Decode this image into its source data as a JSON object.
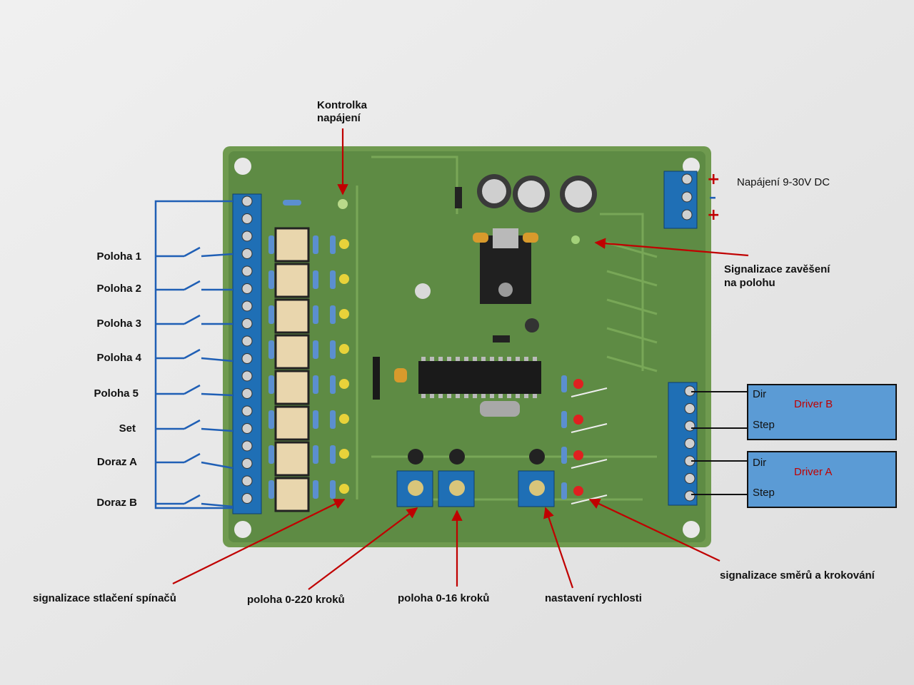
{
  "left_labels": [
    "Poloha 1",
    "Poloha 2",
    "Poloha 3",
    "Poloha 4",
    "Poloha 5",
    "Set",
    "Doraz A",
    "Doraz B"
  ],
  "top_label": {
    "line1": "Kontrolka",
    "line2": "napájení"
  },
  "power": {
    "label": "Napájení 9-30V DC",
    "signs": [
      "+",
      "–",
      "+"
    ]
  },
  "suspension": {
    "line1": "Signalizace zavěšení",
    "line2": "na polohu"
  },
  "drivers": [
    {
      "title": "Driver B",
      "dir": "Dir",
      "step": "Step"
    },
    {
      "title": "Driver A",
      "dir": "Dir",
      "step": "Step"
    }
  ],
  "bottom_labels": {
    "switches": "signalizace stlačení spínačů",
    "pos220": "poloha 0-220 kroků",
    "pos16": "poloha 0-16 kroků",
    "speed": "nastavení rychlosti",
    "direction": "signalizace směrů a krokování"
  },
  "colors": {
    "wire": "#1f5fb5",
    "arrow": "#c00000",
    "pcb": "#4a7a3a",
    "terminal": "#1f6fb5"
  }
}
